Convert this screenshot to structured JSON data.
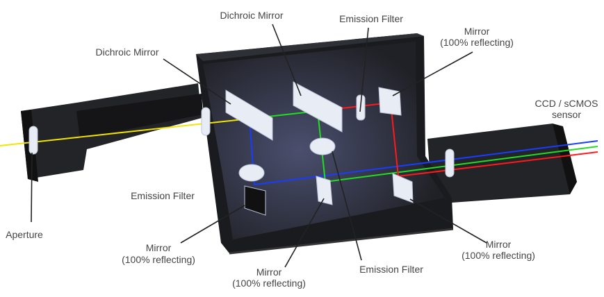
{
  "labels": {
    "dichroic_top": "Dichroic Mirror",
    "emission_top": "Emission Filter",
    "mirror_top_1": "Mirror",
    "mirror_top_2": "(100% reflecting)",
    "dichroic_left": "Dichroic Mirror",
    "sensor_1": "CCD / sCMOS",
    "sensor_2": "sensor",
    "emission_left": "Emission Filter",
    "aperture": "Aperture",
    "mirror_bl_1": "Mirror",
    "mirror_bl_2": "(100% reflecting)",
    "mirror_bc_1": "Mirror",
    "mirror_bc_2": "(100% reflecting)",
    "emission_bottom": "Emission Filter",
    "mirror_br_1": "Mirror",
    "mirror_br_2": "(100% reflecting)"
  },
  "colors": {
    "yellow": "#f2e400",
    "green": "#22dd22",
    "blue": "#1a3cff",
    "red": "#ff1a1a",
    "housing": "#1c1d21"
  }
}
